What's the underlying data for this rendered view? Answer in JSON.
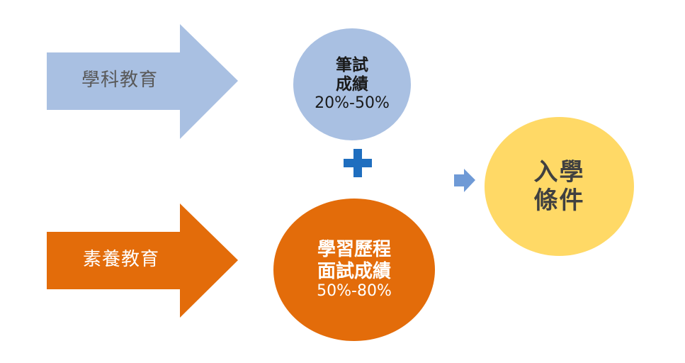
{
  "colors": {
    "academic_arrow": "#A9C0E2",
    "competency_arrow": "#E36C0A",
    "exam_circle": "#A9C0E2",
    "portfolio_circle": "#E36C0A",
    "plus": "#1F6EBF",
    "small_arrow": "#6F9AD6",
    "admission_circle": "#FFD966"
  },
  "academic": {
    "label": "學科教育"
  },
  "competency": {
    "label": "素養教育"
  },
  "exam": {
    "line1": "筆試",
    "line2": "成績",
    "percent": "20%-50%"
  },
  "portfolio": {
    "line1": "學習歷程",
    "line2": "面試成績",
    "percent": "50%-80%"
  },
  "admission": {
    "line1": "入學",
    "line2": "條件"
  },
  "icons": {
    "plus": "plus-icon",
    "arrow": "arrow-right-icon"
  }
}
